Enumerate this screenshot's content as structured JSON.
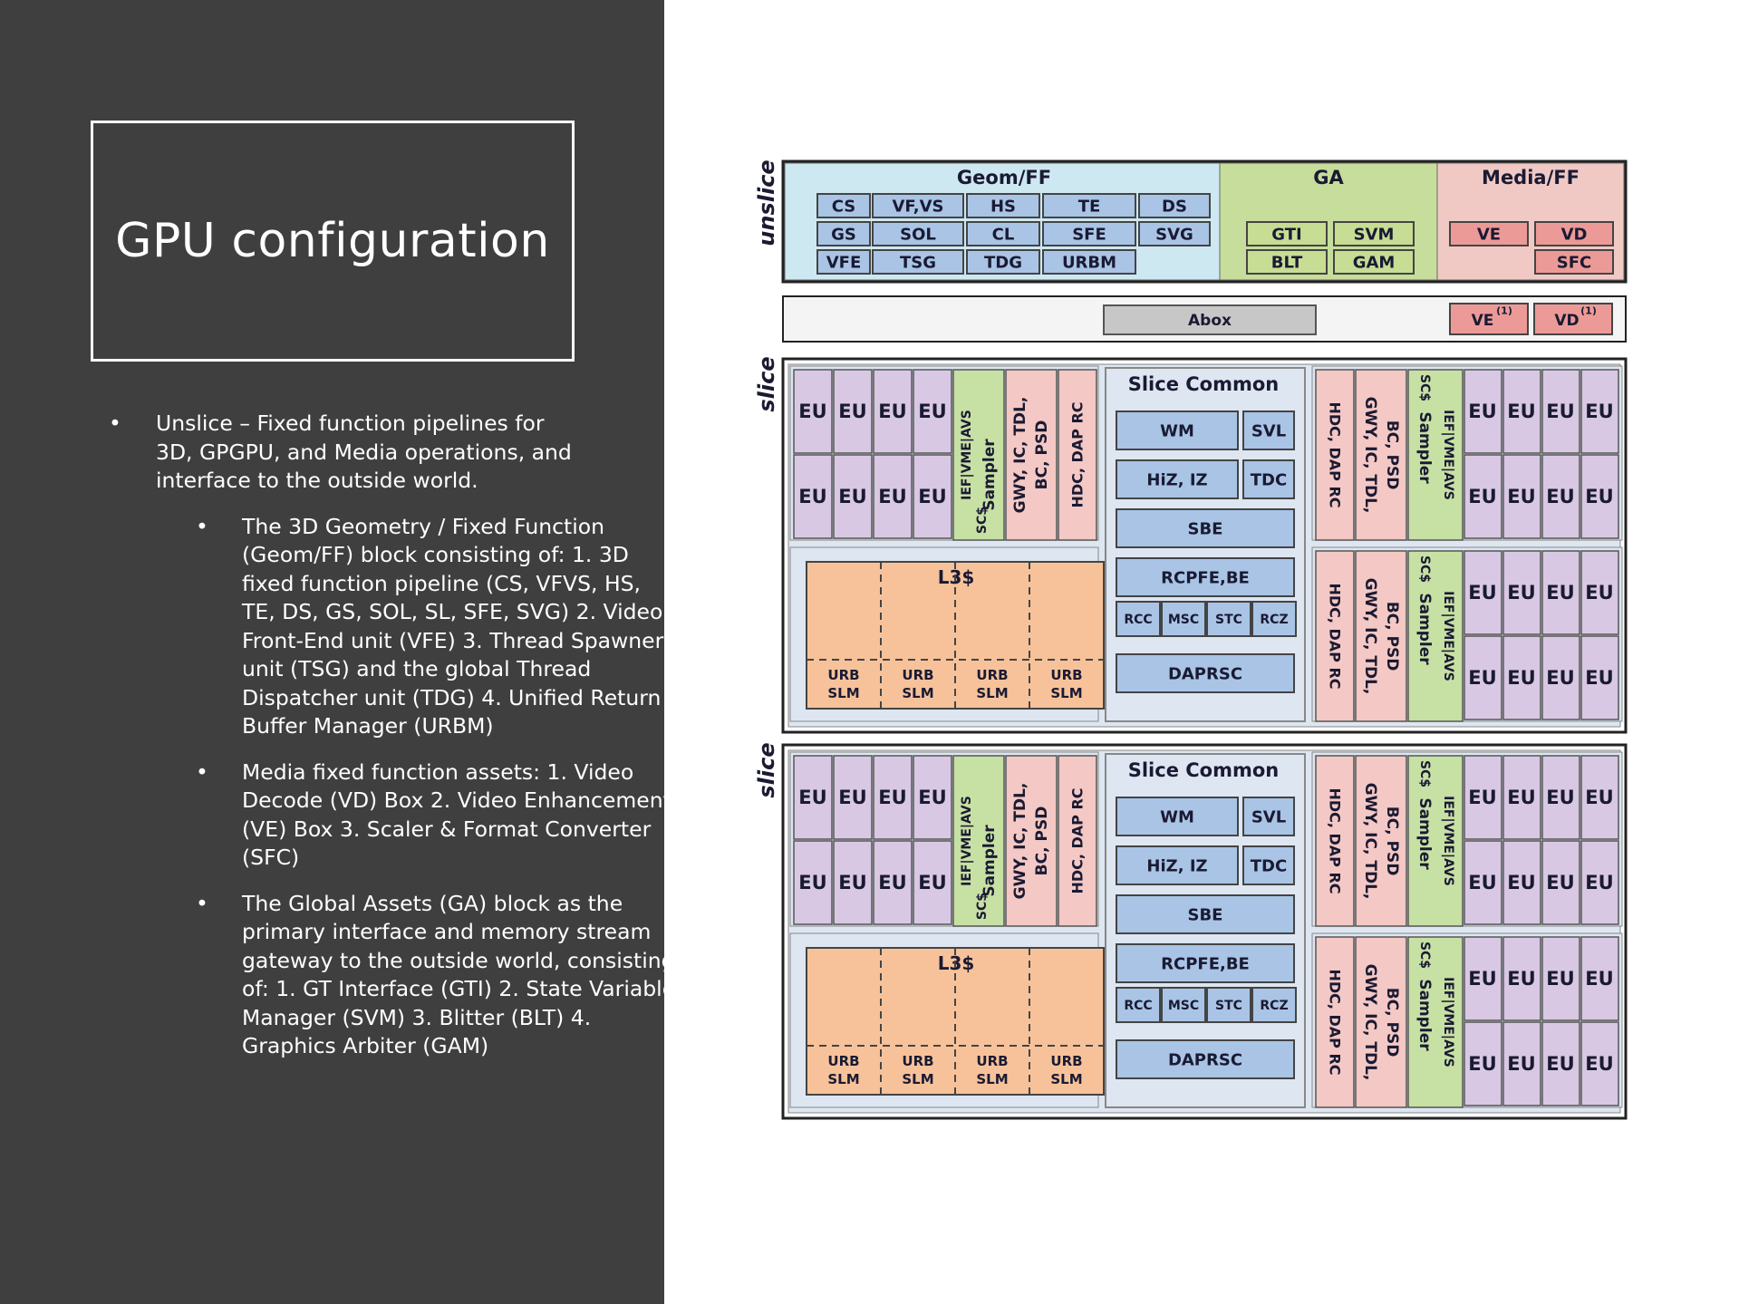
{
  "slide": {
    "title": "GPU configuration",
    "bullets": [
      {
        "text": "Unslice – Fixed function pipelines for 3D, GPGPU, and Media operations, and interface to the outside world.",
        "sub": [
          "The 3D Geometry / Fixed Function (Geom/FF) block consisting of: 1.  3D fixed function pipeline (CS, VFVS, HS, TE, DS, GS, SOL, SL, SFE, SVG)   2. Video Front-End unit (VFE)  3. Thread Spawner unit (TSG) and the global Thread Dispatcher unit (TDG) 4. Unified Return Buffer Manager (URBM)",
          "Media fixed function assets: 1. Video Decode (VD) Box 2. Video Enhancement (VE) Box 3. Scaler & Format Converter (SFC)",
          "The Global Assets (GA) block as the primary interface and memory stream gateway to the outside world, consisting of: 1. GT Interface (GTI) 2. State Variable Manager (SVM) 3. Blitter (BLT) 4. Graphics Arbiter (GAM)"
        ]
      }
    ]
  },
  "diagram": {
    "labels": {
      "unslice": "unslice",
      "slice": "slice",
      "geom_ff": "Geom/FF",
      "ga": "GA",
      "media_ff": "Media/FF",
      "abox": "Abox",
      "slice_common": "Slice Common",
      "l3": "L3$",
      "eu": "EU",
      "sampler": "Sampler",
      "sampler_top": "IEF|VME|AVS",
      "sampler_bottom": "SC$",
      "gwy": "GWY, IC, TDL,",
      "gwy2": "BC, PSD",
      "hdc": "HDC, DAP RC",
      "hdc_right": "HDC, DAP RC",
      "urb": "URB",
      "slm": "SLM",
      "sup1": "(1)"
    },
    "geom_units": [
      [
        "CS",
        "VF,VS",
        "HS",
        "TE",
        "DS"
      ],
      [
        "GS",
        "SOL",
        "CL",
        "SFE",
        "SVG"
      ],
      [
        "VFE",
        "TSG",
        "TDG",
        "URBM"
      ]
    ],
    "ga_units": [
      [
        "GTI",
        "SVM"
      ],
      [
        "BLT",
        "GAM"
      ]
    ],
    "media_units": [
      "VE",
      "VD",
      "SFC"
    ],
    "abox_media": [
      "VE",
      "VD"
    ],
    "slice_common_units": [
      "WM",
      "SVL",
      "HiZ, IZ",
      "TDC",
      "SBE",
      "RCPFE,BE",
      "RCC",
      "MSC",
      "STC",
      "RCZ",
      "DAPRSC"
    ],
    "colors": {
      "geom_bg": "#cde8f1",
      "ga_bg": "#c6dd9b",
      "media_bg": "#f0c9c5",
      "unit_blue": "#a9c4e5",
      "unit_green": "#c7dd94",
      "unit_red": "#ec9a97",
      "eu": "#d9c8e3",
      "sampler": "#c7e0a4",
      "gwy": "#f4c8c4",
      "l3": "#f7c29a",
      "slice_bg": "#dde6f1",
      "abox_fill": "#c7c7c7"
    }
  }
}
